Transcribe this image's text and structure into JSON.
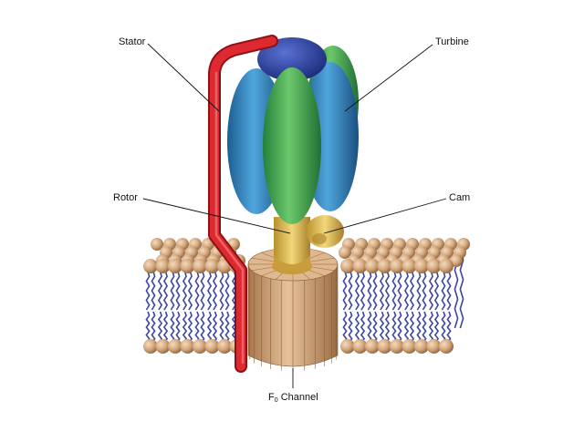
{
  "labels": {
    "stator": "Stator",
    "turbine": "Turbine",
    "rotor": "Rotor",
    "cam": "Cam",
    "channel_prefix": "F",
    "channel_subscript": "0",
    "channel_suffix": " Channel"
  },
  "colors": {
    "background": "#ffffff",
    "stator": "#d8262c",
    "turbine_blue": "#2f7fb8",
    "turbine_green": "#3aa345",
    "turbine_cap": "#2d43a0",
    "rotor_cam": "#e2bd4a",
    "channel": "#d2a274",
    "lipid_head": "#d4a77b",
    "lipid_tail": "#3a46a0",
    "leader_line": "#111111"
  }
}
